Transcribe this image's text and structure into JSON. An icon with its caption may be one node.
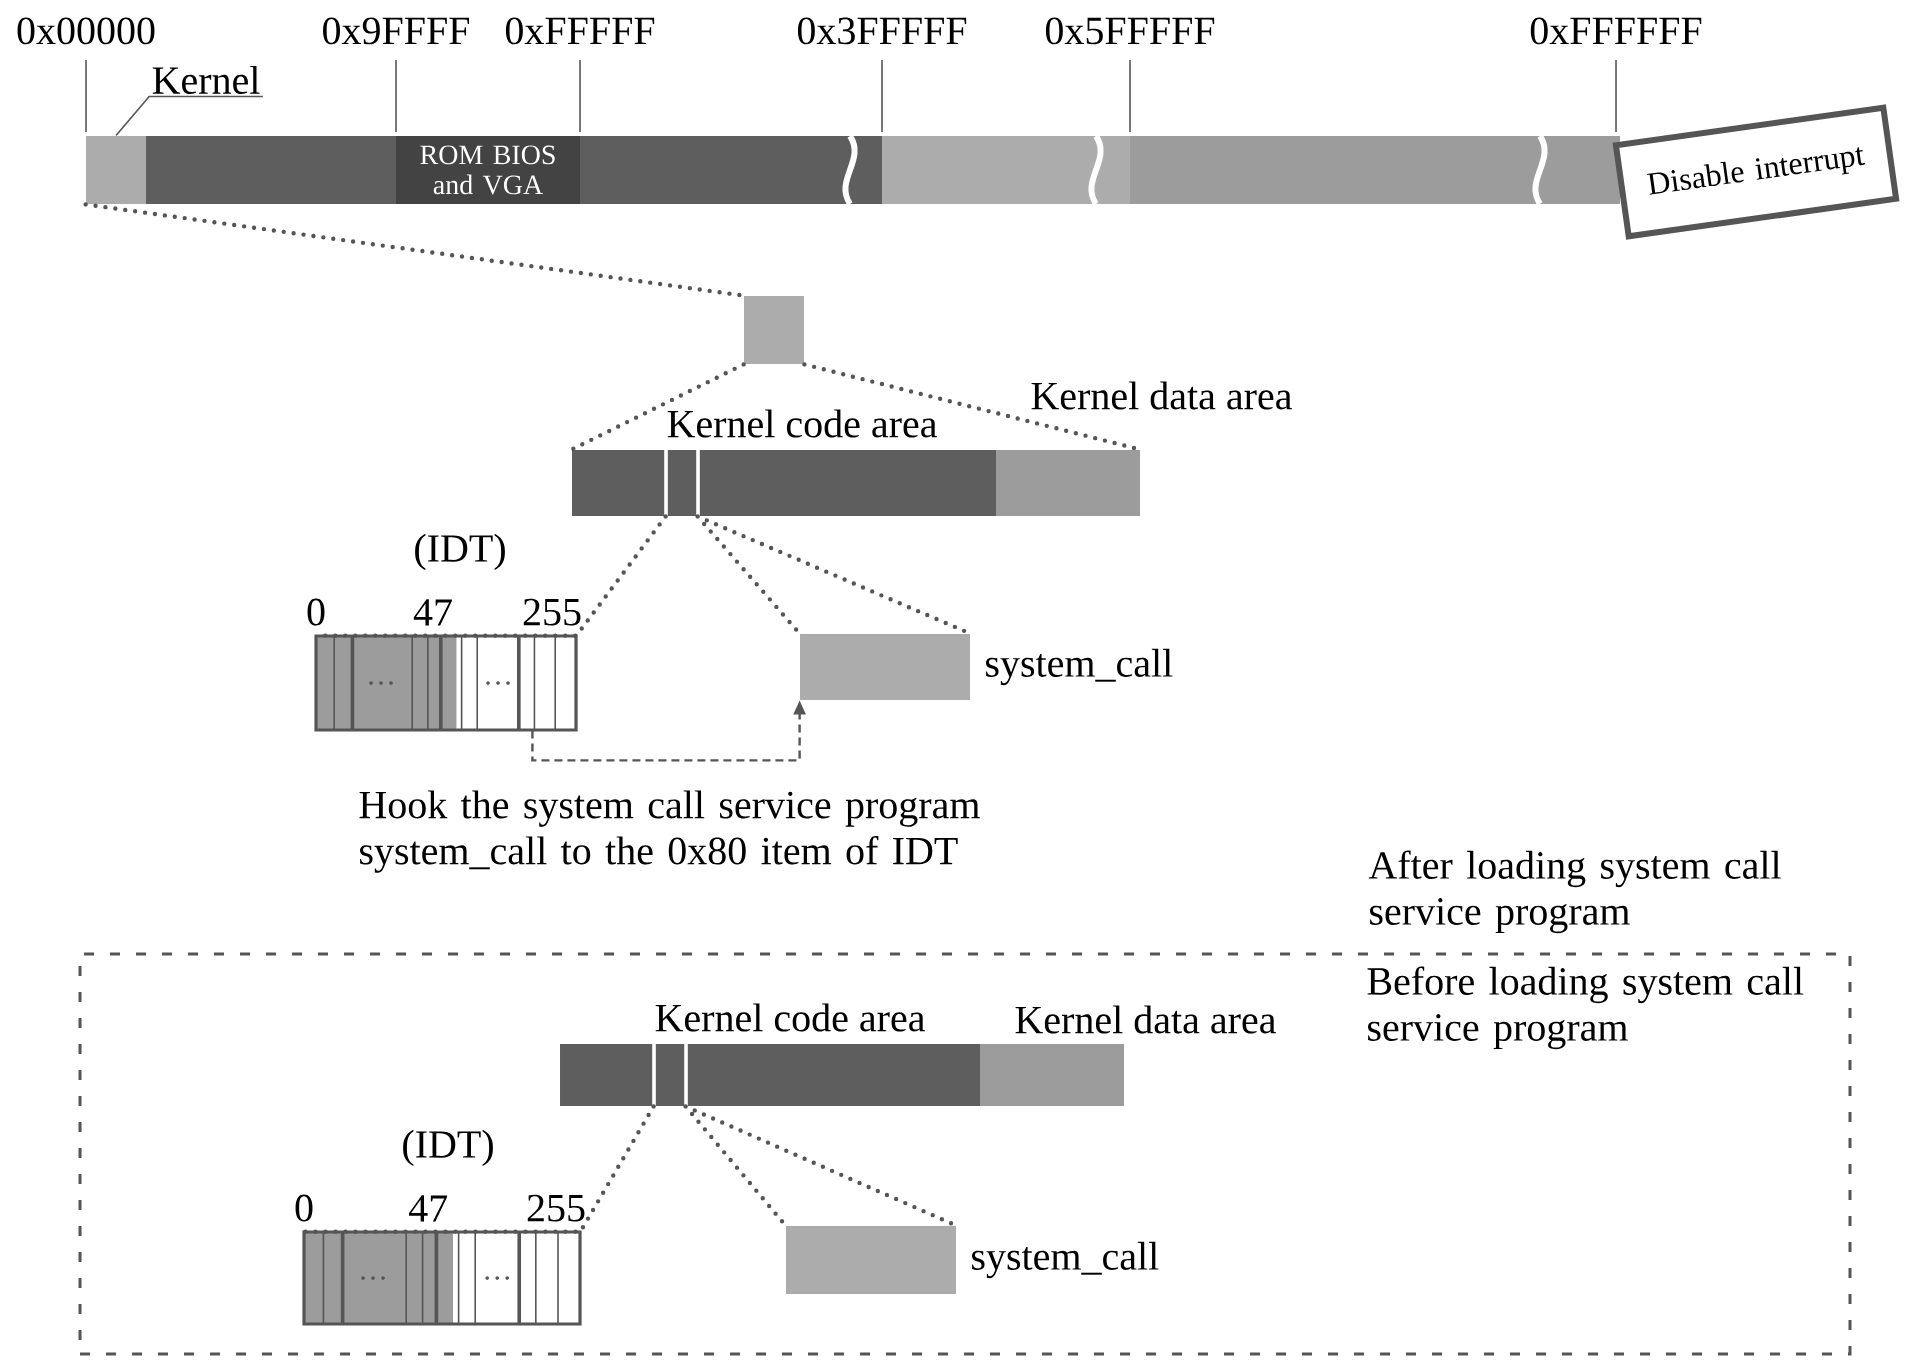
{
  "diagram": {
    "nodes": [
      {
        "text": [],
        "shape": "box"
      },
      {
        "text": [],
        "shape": "box",
        "in": 0
      },
      {
        "text": [
          "ROM BIOS and VGA"
        ],
        "in": 0
      },
      {
        "text": [
          "Kernel"
        ]
      },
      {
        "text": [
          "Disable interrupt"
        ]
      },
      {
        "text": [],
        "shape": "box"
      },
      {
        "text": [
          "Kernel code area",
          "Kernel data area"
        ]
      },
      {
        "text": [
          "(IDT)"
        ],
        "beside": [
          "0",
          "47",
          "255"
        ]
      },
      {
        "text": [
          "system_call"
        ]
      },
      {
        "text": [
          "Before loading system call service program"
        ]
      },
      {
        "text": [
          "Kernel code area",
          "Kernel data area"
        ],
        "in": 9
      },
      {
        "text": [
          "(IDT)"
        ],
        "beside": [
          "0",
          "47",
          "255"
        ],
        "in": 9
      },
      {
        "text": [
          "system_call"
        ],
        "in": 9
      }
    ],
    "edges": [
      {
        "from": 3,
        "to": 1,
        "arrow": "none"
      },
      {
        "from": 1,
        "to": 5,
        "arrow": "none",
        "style": "dashed"
      },
      {
        "from": 5,
        "to": 6,
        "arrow": "none",
        "style": "dashed"
      },
      {
        "from": 6,
        "to": 7,
        "arrow": "none",
        "style": "dashed"
      },
      {
        "from": 6,
        "to": 8,
        "arrow": "none",
        "style": "dashed"
      },
      {
        "from": 7,
        "to": 8,
        "arrow": "to",
        "style": "dashed"
      },
      {
        "from": 10,
        "to": 11,
        "arrow": "none",
        "style": "dashed"
      },
      {
        "from": 10,
        "to": 12,
        "arrow": "none",
        "style": "dashed"
      }
    ],
    "labels": [
      "0x00000",
      "0x9FFFF",
      "0xFFFFF",
      "0x3FFFFF",
      "0x5FFFFF",
      "0xFFFFFF",
      "Hook the system call service program system_call to the 0x80 item of IDT",
      "After loading system call service program"
    ]
  }
}
